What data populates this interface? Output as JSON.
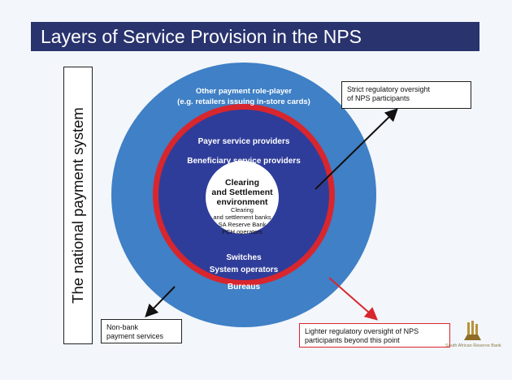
{
  "slide": {
    "title": "Layers of Service Provision in the NPS"
  },
  "side_label": "The national payment system",
  "outer_ring": {
    "line1": "Other payment role-player",
    "line2": "(e.g. retailers issuing in-store cards)"
  },
  "inner_ring": {
    "top_items": [
      "Payer service providers",
      "Beneficiary service providers"
    ],
    "bottom_items": [
      "Switches",
      "System operators",
      "Bureaus"
    ]
  },
  "center": {
    "heading": [
      "Clearing",
      "and Settlement",
      "environment"
    ],
    "details": [
      "Clearing",
      "and settlement banks",
      "SA Reserve Bank",
      "PCH operators"
    ]
  },
  "callouts": {
    "strict": [
      "Strict regulatory oversight",
      "of NPS participants"
    ],
    "nonbank": [
      "Non-bank",
      "payment services"
    ],
    "lighter": [
      "Lighter regulatory oversight of NPS",
      "participants beyond this point"
    ]
  },
  "logo": {
    "text": "South African Reserve Bank"
  },
  "colors": {
    "title_bar": "#29336e",
    "outer_ring": "#3f80c6",
    "red_ring": "#d8262e",
    "inner_disc": "#2f3d9a",
    "center_disc": "#ffffff"
  }
}
